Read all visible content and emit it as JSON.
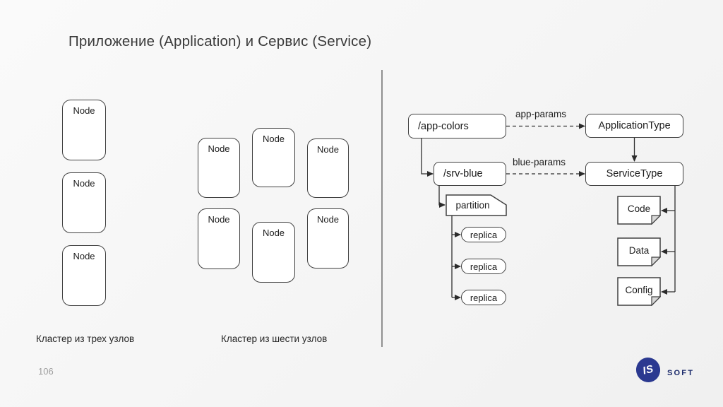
{
  "slide": {
    "title": "Приложение (Application) и Сервис (Service)",
    "page_number": "106"
  },
  "clusters": {
    "three": {
      "label": "Кластер из трех узлов",
      "nodes": [
        "Node",
        "Node",
        "Node"
      ]
    },
    "six": {
      "label": "Кластер из шести узлов",
      "nodes": [
        "Node",
        "Node",
        "Node",
        "Node",
        "Node",
        "Node"
      ]
    }
  },
  "diagram": {
    "app_colors": "/app-colors",
    "application_type": "ApplicationType",
    "app_params_label": "app-params",
    "srv_blue": "/srv-blue",
    "service_type": "ServiceType",
    "blue_params_label": "blue-params",
    "partition": "partition",
    "replicas": [
      "replica",
      "replica",
      "replica"
    ],
    "documents": [
      "Code",
      "Data",
      "Config"
    ]
  },
  "logo": {
    "circle_text": "IS",
    "brand_text": "SOFT"
  },
  "colors": {
    "background": "#f6f6f6",
    "box_border": "#404040",
    "connector": "#2f2f2f",
    "divider": "#8f8f8f",
    "logo_circle": "#2b3990",
    "logo_text": "#1b2a6b",
    "page_number": "#9e9e9e",
    "doc_fold": "#d8d8d8"
  }
}
